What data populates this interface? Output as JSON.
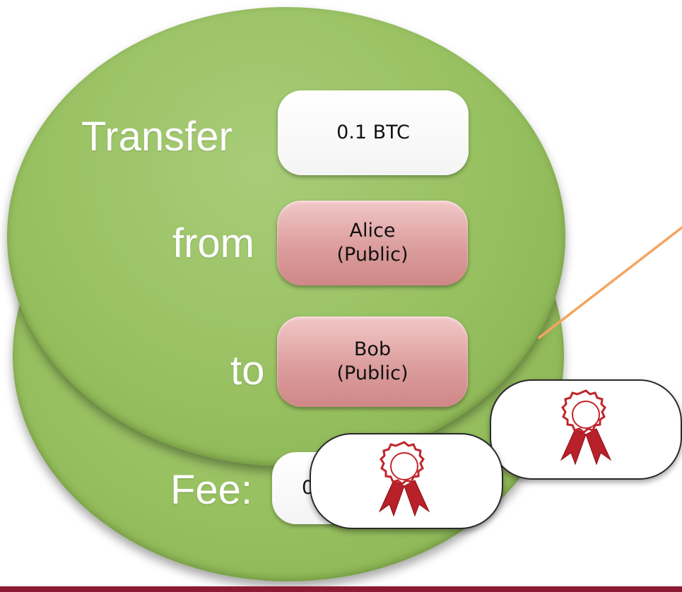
{
  "labels": {
    "transfer": "Transfer",
    "from": "from",
    "to": "to",
    "fee": "Fee:"
  },
  "boxes": {
    "amount": "0.1 BTC",
    "from_name": "Alice",
    "from_kind": "(Public)",
    "to_name": "Bob",
    "to_kind": "(Public)",
    "fee_partial": "0"
  },
  "icons": {
    "signature": "award-ribbon-icon"
  },
  "colors": {
    "coin": "#97c060",
    "pill_pink": "#dc9d9d",
    "pill_white": "#ffffff",
    "connector": "#f4a460",
    "ribbon": "#c0262c",
    "bottom_bar": "#8c1a35"
  }
}
